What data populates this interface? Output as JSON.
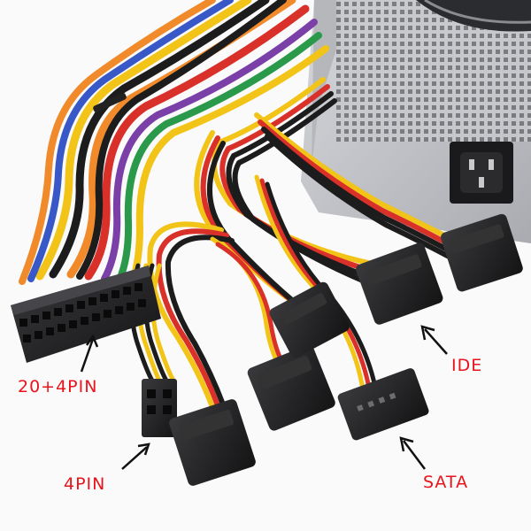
{
  "labels": {
    "atx": "20+4PIN",
    "p4": "4PIN",
    "ide": "IDE",
    "sata": "SATA"
  },
  "colors": {
    "label_red": "#e8141b",
    "arrow": "#111111",
    "psu_case": "#c9cbcf",
    "connector": "#1f1f21",
    "wire_yellow": "#f2c418",
    "wire_red": "#d9302a",
    "wire_black": "#1c1c1c",
    "wire_orange": "#f08a2a",
    "wire_purple": "#7b3fa8",
    "wire_blue": "#3758c6",
    "wire_green": "#2a9a4a"
  },
  "icons": [
    "power-supply-unit",
    "ac-inlet-icon",
    "arrow-icon"
  ]
}
